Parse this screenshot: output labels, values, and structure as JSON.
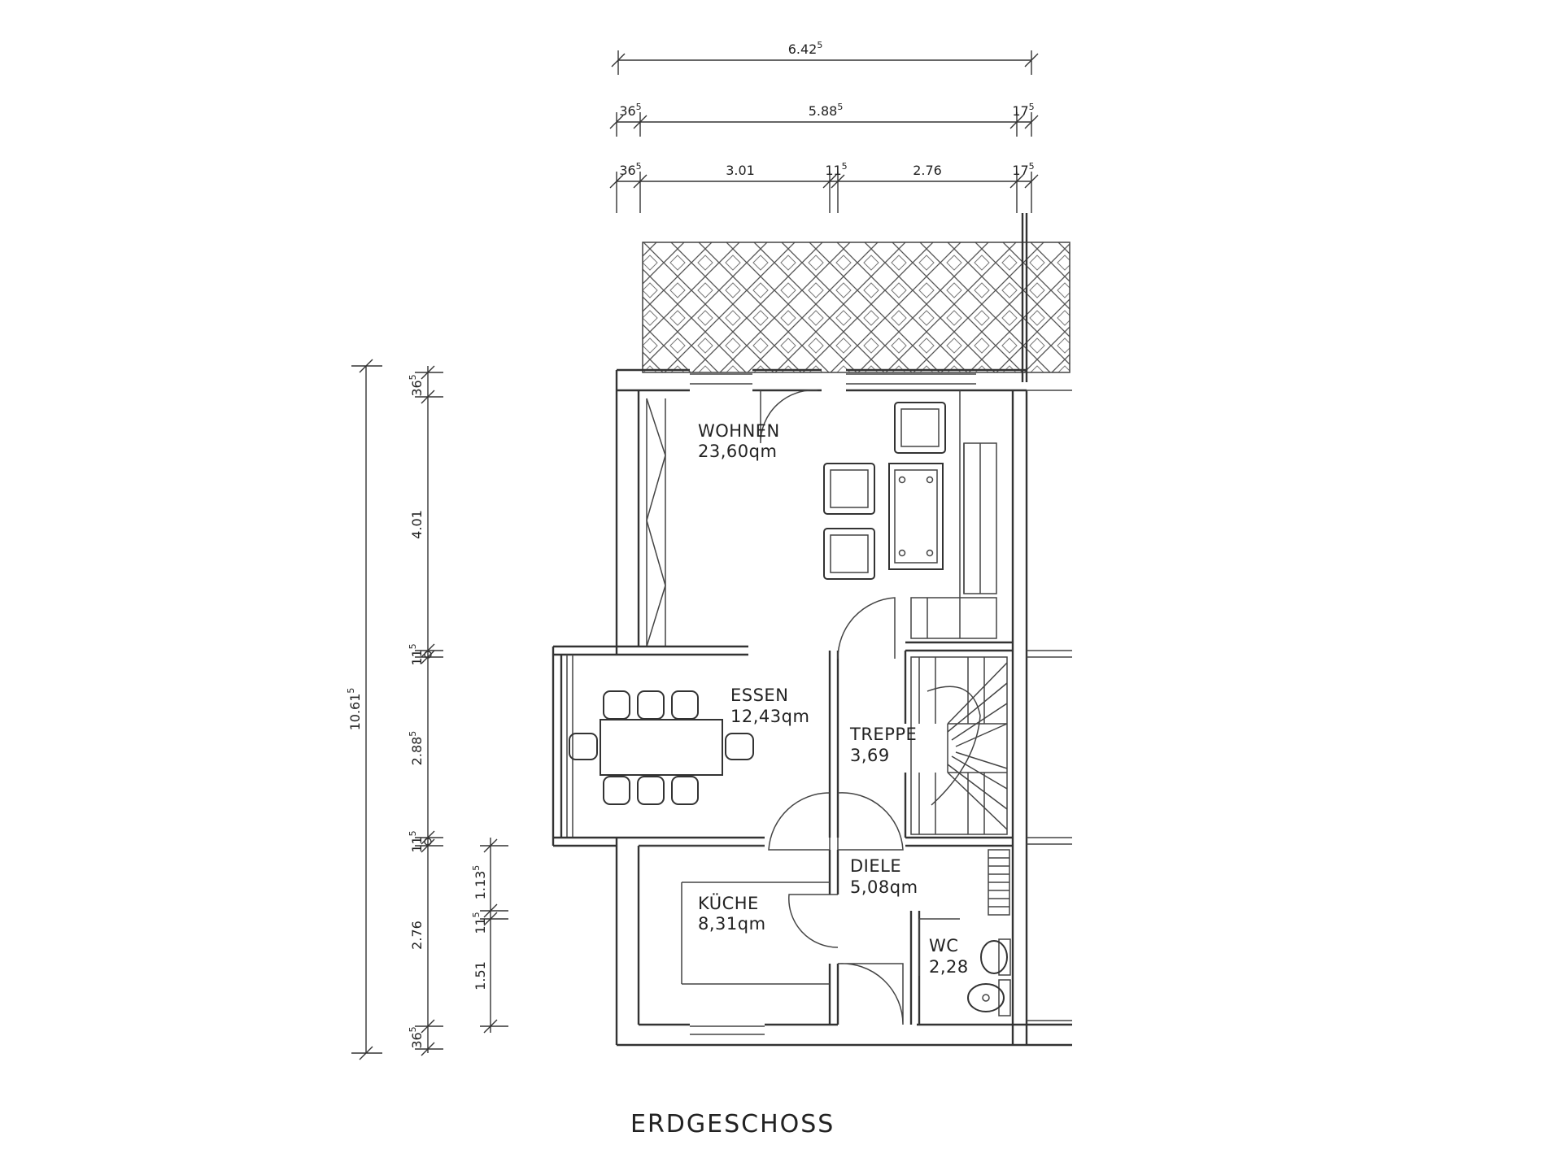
{
  "title": "ERDGESCHOSS",
  "rooms": [
    {
      "name": "WOHNEN",
      "area": "23,60qm"
    },
    {
      "name": "ESSEN",
      "area": "12,43qm"
    },
    {
      "name": "TREPPE",
      "area": "3,69"
    },
    {
      "name": "KÜCHE",
      "area": "8,31qm"
    },
    {
      "name": "DIELE",
      "area": "5,08qm"
    },
    {
      "name": "WC",
      "area": "2,28"
    }
  ],
  "dimensions": {
    "top_total": {
      "value": "6.42",
      "sup": "5"
    },
    "top_row2": [
      {
        "value": "36",
        "sup": "5"
      },
      {
        "value": "5.88",
        "sup": "5"
      },
      {
        "value": "17",
        "sup": "5"
      }
    ],
    "top_row3": [
      {
        "value": "36",
        "sup": "5"
      },
      {
        "value": "3.01",
        "sup": ""
      },
      {
        "value": "11",
        "sup": "5"
      },
      {
        "value": "2.76",
        "sup": ""
      },
      {
        "value": "17",
        "sup": "5"
      }
    ],
    "left_total": {
      "value": "10.61",
      "sup": "5"
    },
    "left_segments": [
      {
        "value": "36",
        "sup": "5"
      },
      {
        "value": "4.01",
        "sup": ""
      },
      {
        "value": "11",
        "sup": "5"
      },
      {
        "value": "2.88",
        "sup": "5"
      },
      {
        "value": "11",
        "sup": "5"
      },
      {
        "value": "2.76",
        "sup": ""
      },
      {
        "value": "36",
        "sup": "5"
      }
    ],
    "left_inner": [
      {
        "value": "1.13",
        "sup": "5"
      },
      {
        "value": "11",
        "sup": "5"
      },
      {
        "value": "1.51",
        "sup": ""
      }
    ]
  }
}
